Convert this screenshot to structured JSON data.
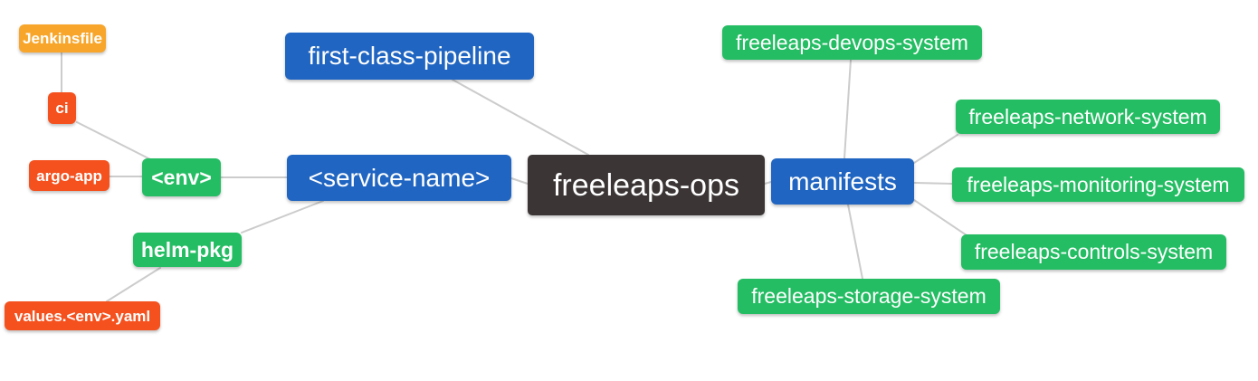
{
  "diagram": {
    "title": "freeleaps-ops repository mindmap",
    "background": "#FFFFFF",
    "edge_color": "#CCCCCC",
    "text_color": "#FFFFFF",
    "palette": {
      "blue": "#2065C1",
      "green": "#24BD63",
      "orange": "#F8A62B",
      "red": "#F4511E",
      "dark": "#3B3535"
    },
    "nodes": [
      {
        "id": "jenkinsfile",
        "label": "Jenkinsfile",
        "color": "#F8A62B"
      },
      {
        "id": "ci",
        "label": "ci",
        "color": "#F4511E"
      },
      {
        "id": "argo-app",
        "label": "argo-app",
        "color": "#F4511E"
      },
      {
        "id": "env",
        "label": "<env>",
        "color": "#24BD63"
      },
      {
        "id": "helm-pkg",
        "label": "helm-pkg",
        "color": "#24BD63"
      },
      {
        "id": "values-env-yaml",
        "label": "values.<env>.yaml",
        "color": "#F4511E"
      },
      {
        "id": "first-class-pipeline",
        "label": "first-class-pipeline",
        "color": "#2065C1"
      },
      {
        "id": "service-name",
        "label": "<service-name>",
        "color": "#2065C1"
      },
      {
        "id": "freeleaps-ops",
        "label": "freeleaps-ops",
        "color": "#3B3535"
      },
      {
        "id": "manifests",
        "label": "manifests",
        "color": "#2065C1"
      },
      {
        "id": "freeleaps-devops-system",
        "label": "freeleaps-devops-system",
        "color": "#24BD63"
      },
      {
        "id": "freeleaps-network-system",
        "label": "freeleaps-network-system",
        "color": "#24BD63"
      },
      {
        "id": "freeleaps-monitoring-system",
        "label": "freeleaps-monitoring-system",
        "color": "#24BD63"
      },
      {
        "id": "freeleaps-controls-system",
        "label": "freeleaps-controls-system",
        "color": "#24BD63"
      },
      {
        "id": "freeleaps-storage-system",
        "label": "freeleaps-storage-system",
        "color": "#24BD63"
      }
    ],
    "edges": [
      {
        "from": "jenkinsfile",
        "to": "ci"
      },
      {
        "from": "ci",
        "to": "env"
      },
      {
        "from": "argo-app",
        "to": "env"
      },
      {
        "from": "env",
        "to": "service-name"
      },
      {
        "from": "service-name",
        "to": "helm-pkg"
      },
      {
        "from": "helm-pkg",
        "to": "values-env-yaml"
      },
      {
        "from": "first-class-pipeline",
        "to": "freeleaps-ops"
      },
      {
        "from": "service-name",
        "to": "freeleaps-ops"
      },
      {
        "from": "freeleaps-ops",
        "to": "manifests"
      },
      {
        "from": "manifests",
        "to": "freeleaps-devops-system"
      },
      {
        "from": "manifests",
        "to": "freeleaps-network-system"
      },
      {
        "from": "manifests",
        "to": "freeleaps-monitoring-system"
      },
      {
        "from": "manifests",
        "to": "freeleaps-controls-system"
      },
      {
        "from": "manifests",
        "to": "freeleaps-storage-system"
      }
    ]
  }
}
